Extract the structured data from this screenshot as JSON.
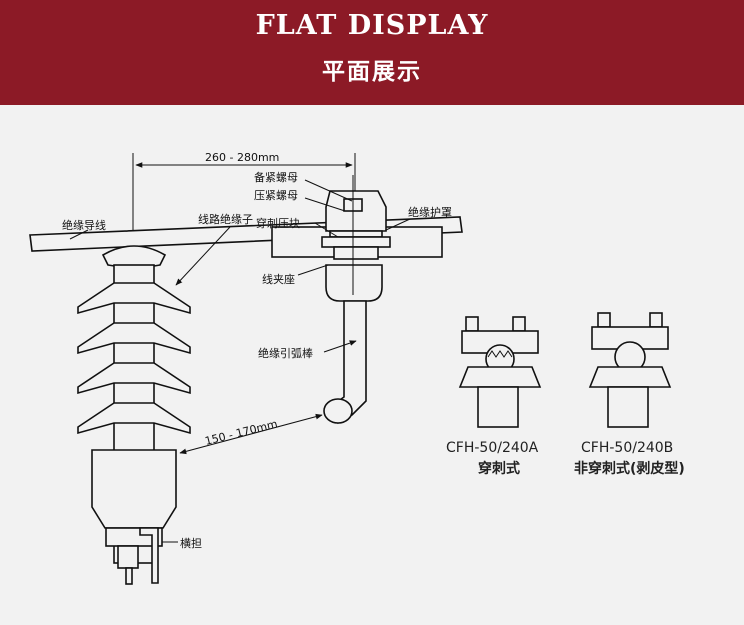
{
  "header": {
    "title": "FLAT DISPLAY",
    "subtitle": "平面展示"
  },
  "colors": {
    "banner": "#8c1a26",
    "background": "#f2f2f2",
    "line": "#111111"
  },
  "labels": {
    "dimension_top": "260 - 280mm",
    "backup_nut": "备紧螺母",
    "press_nut": "压紧螺母",
    "pierce_block": "穿刺压块",
    "insulated_cover": "绝缘护罩",
    "insulated_wire": "绝缘导线",
    "line_insulator": "线路绝缘子",
    "clamp_seat": "线夹座",
    "arc_rod": "绝缘引弧棒",
    "dimension_arc": "150 - 170mm",
    "crossarm": "横担"
  },
  "models": [
    {
      "code": "CFH-50/240A",
      "type": "穿刺式"
    },
    {
      "code": "CFH-50/240B",
      "type": "非穿刺式(剥皮型)"
    }
  ]
}
